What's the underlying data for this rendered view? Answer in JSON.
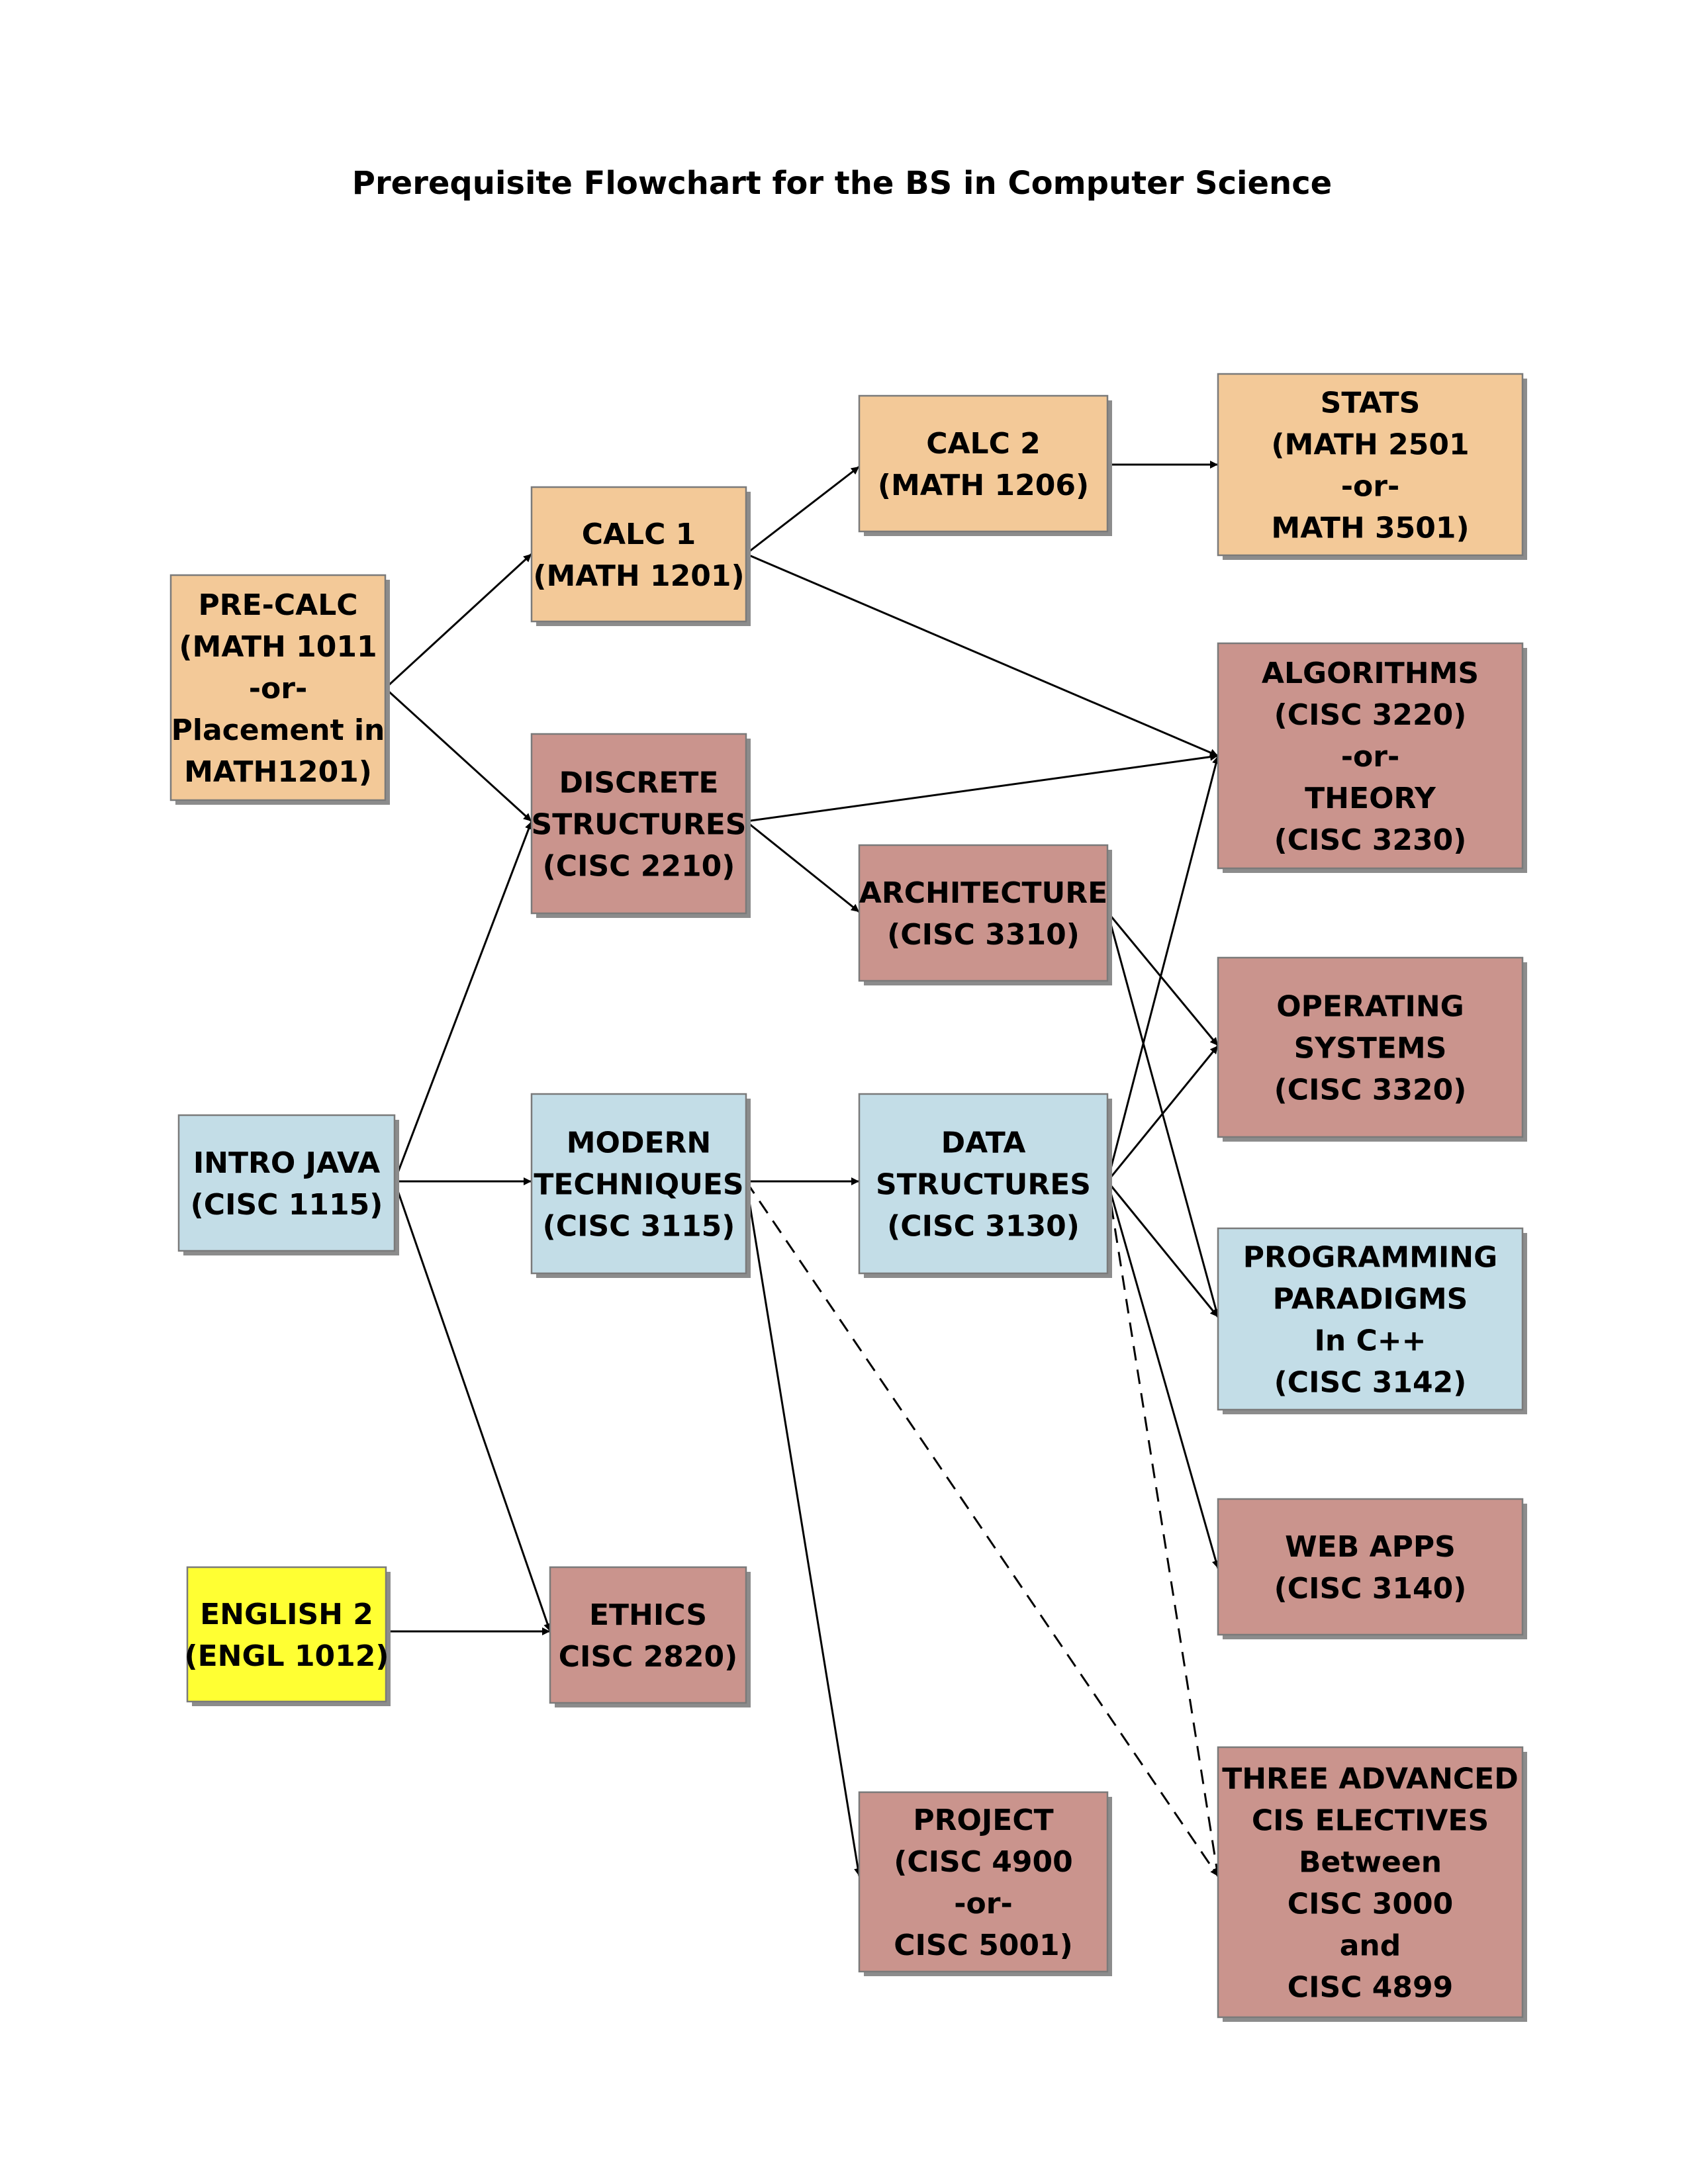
{
  "title": "Prerequisite Flowchart for the BS in Computer Science",
  "colors": {
    "math": "#f3c998",
    "cisc": "#ca948d",
    "java": "#c3dde7",
    "english": "#ffff33"
  },
  "nodes": [
    {
      "id": "precalc",
      "color": "math",
      "lines": [
        "PRE-CALC",
        "(MATH 1011",
        "-or-",
        "Placement in",
        "MATH1201)"
      ]
    },
    {
      "id": "calc1",
      "color": "math",
      "lines": [
        "CALC 1",
        "(MATH 1201)"
      ]
    },
    {
      "id": "calc2",
      "color": "math",
      "lines": [
        "CALC 2",
        "(MATH 1206)"
      ]
    },
    {
      "id": "stats",
      "color": "math",
      "lines": [
        "STATS",
        "(MATH 2501",
        "-or-",
        "MATH 3501)"
      ]
    },
    {
      "id": "discrete",
      "color": "cisc",
      "lines": [
        "DISCRETE",
        "STRUCTURES",
        "(CISC 2210)"
      ]
    },
    {
      "id": "algorithms",
      "color": "cisc",
      "lines": [
        "ALGORITHMS",
        "(CISC 3220)",
        "-or-",
        "THEORY",
        "(CISC 3230)"
      ]
    },
    {
      "id": "architecture",
      "color": "cisc",
      "lines": [
        "ARCHITECTURE",
        "(CISC 3310)"
      ]
    },
    {
      "id": "os",
      "color": "cisc",
      "lines": [
        "OPERATING",
        "SYSTEMS",
        "(CISC 3320)"
      ]
    },
    {
      "id": "java",
      "color": "java",
      "lines": [
        "INTRO JAVA",
        "(CISC 1115)"
      ]
    },
    {
      "id": "modern",
      "color": "java",
      "lines": [
        "MODERN",
        "TECHNIQUES",
        "(CISC 3115)"
      ]
    },
    {
      "id": "datastruct",
      "color": "java",
      "lines": [
        "DATA",
        "STRUCTURES",
        "(CISC 3130)"
      ]
    },
    {
      "id": "paradigms",
      "color": "java",
      "lines": [
        "PROGRAMMING",
        "PARADIGMS",
        "In C++",
        "(CISC 3142)"
      ]
    },
    {
      "id": "webapps",
      "color": "cisc",
      "lines": [
        "WEB APPS",
        "(CISC 3140)"
      ]
    },
    {
      "id": "english",
      "color": "english",
      "lines": [
        "ENGLISH 2",
        "(ENGL 1012)"
      ]
    },
    {
      "id": "ethics",
      "color": "cisc",
      "lines": [
        "ETHICS",
        "CISC 2820)"
      ]
    },
    {
      "id": "project",
      "color": "cisc",
      "lines": [
        "PROJECT",
        "(CISC 4900",
        "-or-",
        "CISC 5001)"
      ]
    },
    {
      "id": "electives",
      "color": "cisc",
      "lines": [
        "THREE ADVANCED",
        "CIS ELECTIVES",
        "Between",
        "CISC 3000",
        "and",
        "CISC 4899"
      ]
    }
  ],
  "edges": [
    {
      "from": "precalc",
      "to": "calc1",
      "style": "solid"
    },
    {
      "from": "precalc",
      "to": "discrete",
      "style": "solid"
    },
    {
      "from": "calc1",
      "to": "calc2",
      "style": "solid"
    },
    {
      "from": "calc2",
      "to": "stats",
      "style": "solid"
    },
    {
      "from": "calc1",
      "to": "algorithms",
      "style": "solid"
    },
    {
      "from": "discrete",
      "to": "algorithms",
      "style": "solid"
    },
    {
      "from": "discrete",
      "to": "architecture",
      "style": "solid"
    },
    {
      "from": "java",
      "to": "discrete",
      "style": "solid"
    },
    {
      "from": "java",
      "to": "modern",
      "style": "solid"
    },
    {
      "from": "java",
      "to": "ethics",
      "style": "solid"
    },
    {
      "from": "english",
      "to": "ethics",
      "style": "solid"
    },
    {
      "from": "modern",
      "to": "datastruct",
      "style": "solid"
    },
    {
      "from": "modern",
      "to": "project",
      "style": "solid"
    },
    {
      "from": "modern",
      "to": "electives",
      "style": "dashed"
    },
    {
      "from": "architecture",
      "to": "os",
      "style": "solid"
    },
    {
      "from": "architecture",
      "to": "paradigms",
      "style": "solid"
    },
    {
      "from": "datastruct",
      "to": "algorithms",
      "style": "solid"
    },
    {
      "from": "datastruct",
      "to": "os",
      "style": "solid"
    },
    {
      "from": "datastruct",
      "to": "paradigms",
      "style": "solid"
    },
    {
      "from": "datastruct",
      "to": "webapps",
      "style": "solid"
    },
    {
      "from": "datastruct",
      "to": "electives",
      "style": "dashed"
    }
  ]
}
